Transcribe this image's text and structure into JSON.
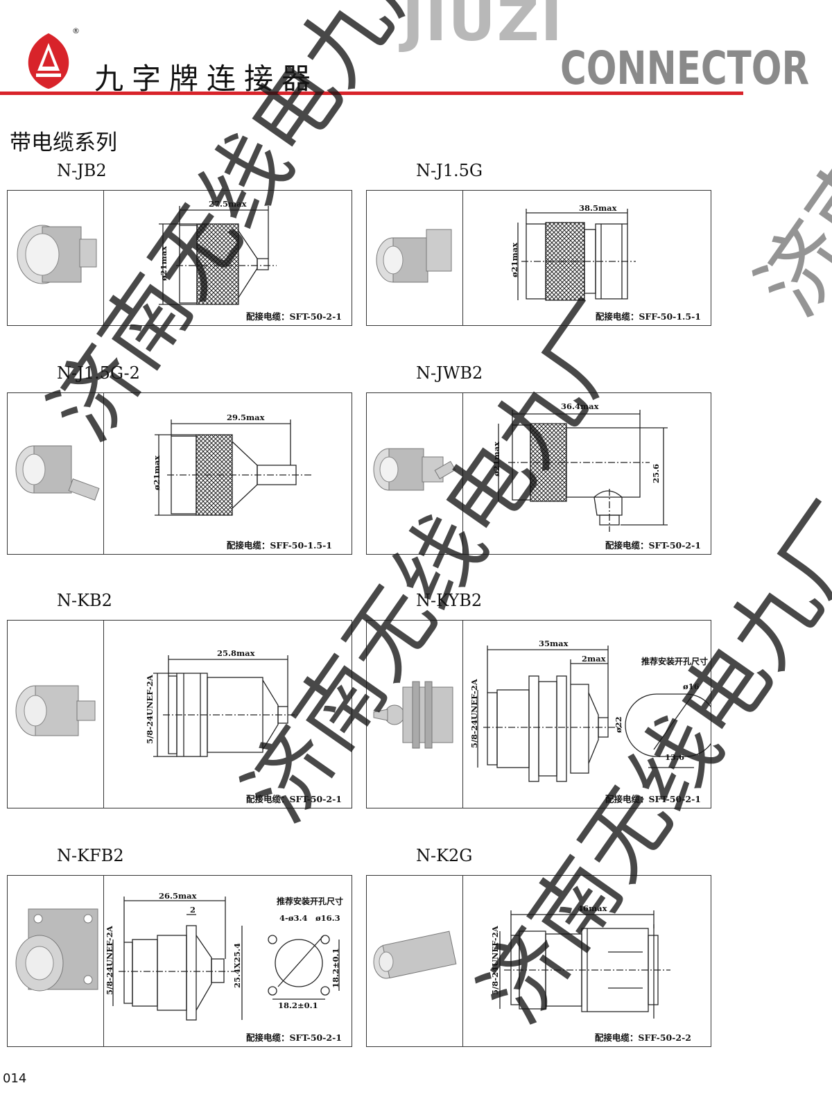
{
  "header": {
    "brand_cn": "九字牌连接器",
    "brand_en_line1": "JIUZI",
    "brand_en_line2": "CONNECTOR",
    "registered_mark": "®",
    "accent_color": "#d8232a"
  },
  "series_title": "带电缆系列",
  "products": [
    {
      "model": "N-JB2",
      "cable": "配接电缆：SFT-50-2-1",
      "dims": [
        "27.5max",
        "ø21max"
      ]
    },
    {
      "model": "N-J1.5G",
      "cable": "配接电缆：SFF-50-1.5-1",
      "dims": [
        "38.5max",
        "ø21max"
      ]
    },
    {
      "model": "N-J1.5G-2",
      "cable": "配接电缆：SFF-50-1.5-1",
      "dims": [
        "29.5max",
        "ø21max"
      ]
    },
    {
      "model": "N-JWB2",
      "cable": "配接电缆：SFT-50-2-1",
      "dims": [
        "36.4max",
        "ø21max",
        "25.6"
      ]
    },
    {
      "model": "N-KB2",
      "cable": "配接电缆：SFT-50-2-1",
      "dims": [
        "25.8max",
        "5/8-24UNEF-2A"
      ]
    },
    {
      "model": "N-KYB2",
      "cable": "配接电缆：SFT-50-2-1",
      "dims": [
        "35max",
        "2max",
        "5/8-24UNEF-2A",
        "ø22",
        "ø16",
        "13.6"
      ],
      "note": "推荐安装开孔尺寸"
    },
    {
      "model": "N-KFB2",
      "cable": "配接电缆：SFT-50-2-1",
      "dims": [
        "26.5max",
        "2",
        "5/8-24UNEF-2A",
        "25.4X25.4",
        "4-ø3.4",
        "ø16.3",
        "18.2±0.1",
        "18.2±0.1"
      ],
      "note": "推荐安装开孔尺寸"
    },
    {
      "model": "N-K2G",
      "cable": "配接电缆：SFF-50-2-2",
      "dims": [
        "46max",
        "5/8-24UNEF-2A"
      ]
    }
  ],
  "watermark_text": "济南无线电九厂",
  "page_number": "014"
}
